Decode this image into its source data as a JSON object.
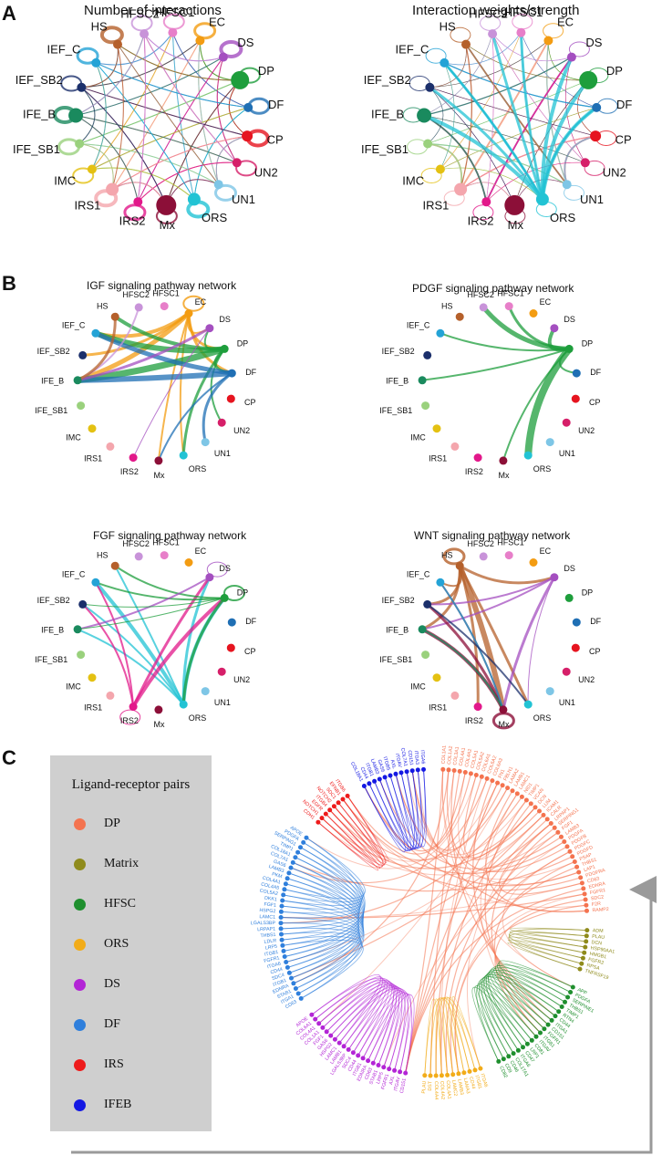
{
  "panel_labels": {
    "a": "A",
    "b": "B",
    "c": "C"
  },
  "panel_a": {
    "titles": [
      "Number of interactions",
      "Interaction weights/strength"
    ]
  },
  "panel_b": {
    "titles": [
      "IGF signaling pathway network",
      "PDGF signaling pathway network",
      "FGF signaling pathway network",
      "WNT signaling pathway network"
    ]
  },
  "nodes": [
    {
      "label": "HFSC1",
      "color": "#e77fc9"
    },
    {
      "label": "EC",
      "color": "#f39c12"
    },
    {
      "label": "DS",
      "color": "#a44fc0"
    },
    {
      "label": "DP",
      "color": "#1e9e3c"
    },
    {
      "label": "DF",
      "color": "#1f6fb4"
    },
    {
      "label": "CP",
      "color": "#e6141f"
    },
    {
      "label": "UN2",
      "color": "#d61f69"
    },
    {
      "label": "UN1",
      "color": "#7ec6e6"
    },
    {
      "label": "ORS",
      "color": "#22c3d4"
    },
    {
      "label": "Mx",
      "color": "#8c0f38"
    },
    {
      "label": "IRS2",
      "color": "#e2188a"
    },
    {
      "label": "IRS1",
      "color": "#f4a6ad"
    },
    {
      "label": "IMC",
      "color": "#e4c112"
    },
    {
      "label": "IFE_SB1",
      "color": "#9ad17d"
    },
    {
      "label": "IFE_B",
      "color": "#1a8a5e"
    },
    {
      "label": "IEF_SB2",
      "color": "#1b2f6b"
    },
    {
      "label": "IEF_C",
      "color": "#24a3d6"
    },
    {
      "label": "HS",
      "color": "#b5602b"
    },
    {
      "label": "HFSC2",
      "color": "#c893d9"
    }
  ],
  "panel_c": {
    "legend_title": "Ligand-receptor pairs",
    "legend": [
      {
        "label": "DP",
        "color": "#f4734f"
      },
      {
        "label": "Matrix",
        "color": "#8f8b1c"
      },
      {
        "label": "HFSC",
        "color": "#1f8f2e"
      },
      {
        "label": "ORS",
        "color": "#f2ac19"
      },
      {
        "label": "DS",
        "color": "#b325d6"
      },
      {
        "label": "DF",
        "color": "#2f7fdc"
      },
      {
        "label": "IRS",
        "color": "#ee1b1b"
      },
      {
        "label": "IFEB",
        "color": "#1418e3"
      }
    ],
    "groups": [
      {
        "name": "DP",
        "color": "#f4734f",
        "genes": [
          "COL1A1",
          "COL1A2",
          "COL3A1",
          "COL4A1",
          "COL4A2",
          "COL5A1",
          "COL5A2",
          "COL6A1",
          "COL6A2",
          "COL6A3",
          "FN1",
          "FBLN1",
          "LAMA2",
          "LAMB1",
          "LAMC1",
          "NID1",
          "TIMP1",
          "VCAN",
          "DCN",
          "LUM",
          "ICAM1",
          "CALR",
          "LRPAP1",
          "SERPING1",
          "FGF1",
          "LAMB3",
          "PDGFA",
          "PDGFB",
          "PDGFC",
          "PDGFD",
          "PSAP",
          "THBS1",
          "LAP1",
          "PDGFRA",
          "CD63",
          "EDNRA",
          "FGFR1",
          "SDC2",
          "F2R",
          "RAMP2"
        ]
      },
      {
        "name": "Matrix",
        "color": "#8f8b1c",
        "genes": [
          "ADM",
          "PLAU",
          "DCN",
          "HSP90AA1",
          "HMGB1",
          "FGFR2",
          "RPSA",
          "TNFRSF19"
        ]
      },
      {
        "name": "HFSC",
        "color": "#1f8f2e",
        "genes": [
          "APP",
          "PDGFA",
          "SERPINE1",
          "THBS1",
          "TIMP1",
          "RTN4",
          "CD44",
          "ITGA1",
          "CD151",
          "FGFR1",
          "ITGB1",
          "ITGAV",
          "CD81",
          "LRP1",
          "CD47",
          "ITGA6",
          "COL17A1",
          "CD46",
          "CD9",
          "CD82"
        ]
      },
      {
        "name": "ORS",
        "color": "#f2ac19",
        "genes": [
          "ITGA6",
          "ITGB1",
          "CD44",
          "LAMA3",
          "LAMB3",
          "LAMC2",
          "COL4A1",
          "COL4A2",
          "COL4A4",
          "DST",
          "PLAU"
        ]
      },
      {
        "name": "DS",
        "color": "#b325d6",
        "genes": [
          "CD151",
          "ITGAV",
          "AXL",
          "FGFR1",
          "LRP5",
          "STAB1",
          "CD63",
          "EDNRA",
          "ITGB1",
          "CD44",
          "SDC4",
          "LGALS3BP",
          "LAMB1",
          "LAMC1",
          "HSPG2",
          "GAS6",
          "FGF1",
          "COL1A1",
          "COL4A1",
          "COL6A1",
          "APOE"
        ]
      },
      {
        "name": "DF",
        "color": "#2f7fdc",
        "genes": [
          "CD63",
          "ITGA1",
          "STAB1",
          "EDNRA",
          "ITGB1",
          "SDC4",
          "CD44",
          "ITGA6",
          "FGFR1",
          "ITGB1",
          "LRP5",
          "LDLR",
          "THBS1",
          "LRPAP1",
          "LGALS3BP",
          "LAMC1",
          "HSPG2",
          "FGF1",
          "DKK1",
          "COL5A2",
          "COL4A5",
          "COL4A1",
          "PKM",
          "LAMB3",
          "GAS6",
          "COL7A1",
          "COL18A1",
          "TIMP1",
          "SERPING1",
          "PDGFA",
          "APOE"
        ]
      },
      {
        "name": "IRS",
        "color": "#ee1b1b",
        "genes": [
          "CDH1",
          "NOTCH1",
          "EGFR",
          "ITGB4",
          "NOTCH2",
          "SDC1",
          "EFNB1",
          "ITGB6"
        ]
      },
      {
        "name": "IFEB",
        "color": "#1418e3",
        "genes": [
          "COL18A1",
          "CD44",
          "ITGB1",
          "LAMB3",
          "GAS6",
          "ITGB5",
          "AXL",
          "ITGAV",
          "COL7A1",
          "CD151",
          "ITGA3",
          "ITGA6"
        ]
      }
    ]
  }
}
